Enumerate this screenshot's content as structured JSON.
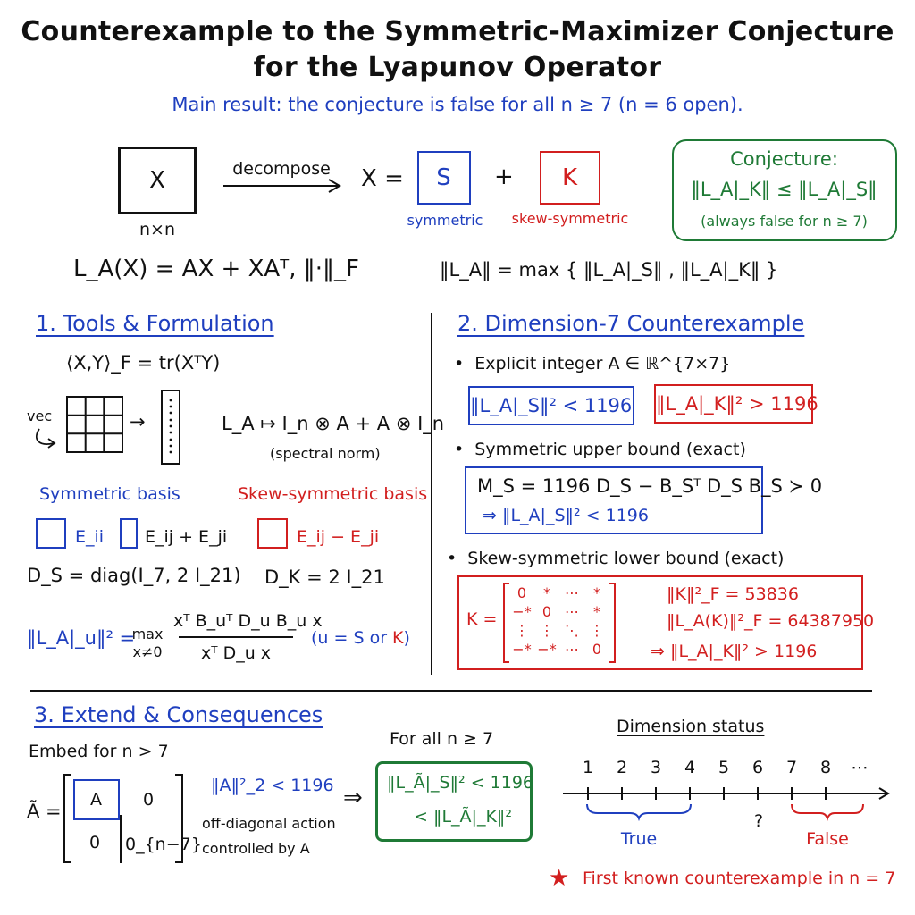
{
  "title": {
    "line1": "Counterexample to the Symmetric-Maximizer Conjecture",
    "line2": "for the Lyapunov Operator"
  },
  "main_result": "Main result: the conjecture is false for all n ≥ 7 (n = 6 open).",
  "top": {
    "x_label": "X",
    "x_dim": "n×n",
    "arrow_label": "decompose",
    "x_equals": "X =",
    "s_label": "S",
    "plus": "+",
    "k_label": "K",
    "symmetric": "symmetric",
    "skew_symmetric": "skew-symmetric",
    "operator_def": "L_A(X) = AX + XAᵀ,   ‖·‖_F",
    "norm_def": "‖L_A‖ = max { ‖L_A|_S‖ , ‖L_A|_K‖ }",
    "conjecture_title": "Conjecture:",
    "conjecture_formula": "‖L_A|_K‖ ≤ ‖L_A|_S‖",
    "conjecture_note": "(always false for n ≥ 7)"
  },
  "section1": {
    "heading": "1. Tools & Formulation",
    "inner_product": "⟨X,Y⟩_F = tr(XᵀY)",
    "vec_label": "vec",
    "arrow": "→",
    "kron": "L_A ↦ I_n ⊗ A + A ⊗ I_n",
    "spectral": "(spectral norm)",
    "sym_basis": "Symmetric basis",
    "skew_basis": "Skew-symmetric basis",
    "e_ii": "E_ii",
    "e_ij_plus": "E_ij + E_ji",
    "e_ij_minus": "E_ij − E_ji",
    "d_s": "D_S = diag(I_7, 2 I_21)",
    "d_k": "D_K = 2 I_21",
    "rayleigh_lhs": "‖L_A|_u‖² =",
    "rayleigh_max": "max",
    "rayleigh_sub": "x≠0",
    "rayleigh_num": "xᵀ B_uᵀ D_u B_u x",
    "rayleigh_den": "xᵀ D_u x",
    "u_note_pre": "(u = ",
    "u_note_s": "S",
    "u_note_or": " or ",
    "u_note_k": "K",
    "u_note_post": ")"
  },
  "section2": {
    "heading": "2. Dimension-7 Counterexample",
    "bullet1": "Explicit integer A ∈ ℝ^{7×7}",
    "sym_ineq": "‖L_A|_S‖² < 1196",
    "skew_ineq": "‖L_A|_K‖² > 1196",
    "bullet2": "Symmetric upper bound (exact)",
    "ms_line": "M_S = 1196 D_S − B_Sᵀ D_S B_S ≻ 0",
    "ms_imp": "⇒ ‖L_A|_S‖² < 1196",
    "bullet3": "Skew-symmetric lower bound (exact)",
    "k_eq": "K =",
    "k_matrix": [
      [
        "0",
        "*",
        "⋯",
        "*"
      ],
      [
        "−*",
        "0",
        "⋯",
        "*"
      ],
      [
        "⋮",
        "⋮",
        "⋱",
        "⋮"
      ],
      [
        "−*",
        "−*",
        "⋯",
        "0"
      ]
    ],
    "k_norm": "‖K‖²_F = 53836",
    "lk_norm": "‖L_A(K)‖²_F = 64387950",
    "k_imp": "⇒ ‖L_A|_K‖² > 1196"
  },
  "section3": {
    "heading": "3. Extend & Consequences",
    "embed": "Embed for n > 7",
    "a_tilde": "Ã =",
    "block_a": "A",
    "block_0a": "0",
    "block_0b": "0",
    "block_0n": "0_{n−7}",
    "a2": "‖A‖²_2 < 1196",
    "offdiag1": "off-diagonal action",
    "offdiag2": "controlled by A",
    "implies": "⇒",
    "for_all": "For all n ≥ 7",
    "green1": "‖L_Ã|_S‖² < 1196",
    "green2": "< ‖L_Ã|_K‖²",
    "dim_status": "Dimension status",
    "ticks": [
      "1",
      "2",
      "3",
      "4",
      "5",
      "6",
      "7",
      "8",
      "⋯"
    ],
    "true_label": "True",
    "question": "?",
    "false_label": "False",
    "footnote": "First known counterexample in n = 7"
  },
  "colors": {
    "blue": "#1f3fbf",
    "red": "#d21f1f",
    "green": "#1f7a36"
  },
  "icons": [
    "grid-icon",
    "column-vector-icon",
    "star-icon",
    "curved-arrow-icon"
  ]
}
